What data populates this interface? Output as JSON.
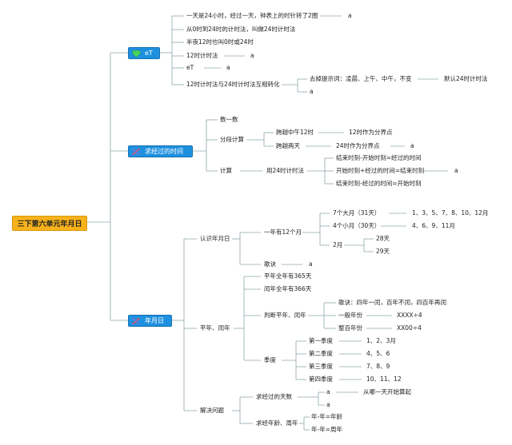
{
  "root": "三下第六单元年月日",
  "branches": {
    "b1": {
      "title": "eT",
      "items": {
        "i1": "一天是24小时，经过一天，钟表上的时针转了2圈",
        "i1a": "a",
        "i2": "从0时到24时的计时法，叫做24时计时法",
        "i3": "半夜12时也叫0时或24时",
        "i4": "12时计时法",
        "i4a": "a",
        "i5": "eT",
        "i5a": "a",
        "i6": "12时计时法与24时计时法互相转化",
        "i6c": "去掉提示词：凌晨、上午、中午，不变",
        "i6cc": "默认24时计时法",
        "i6a": "a"
      }
    },
    "b2": {
      "title": "求经过的时间",
      "items": {
        "s1": "数一数",
        "s2": "分段计算",
        "s2a": "跨越中午12时",
        "s2aa": "12时作为分界点",
        "s2b": "跨越两天",
        "s2bb": "24时作为分界点",
        "s2bba": "a",
        "s3": "计算",
        "s3a": "用24时计时法",
        "f1": "结束时刻-开始时刻=经过的时间",
        "f2": "开始时刻+经过的时间=结束时刻",
        "f2a": "a",
        "f3": "结束时刻-经过的时间=开始时刻"
      }
    },
    "b3": {
      "title": "年月日",
      "items": {
        "m": "认识年月日",
        "m1": "一年有12个月",
        "m1a": "7个大月（31天）",
        "m1aa": "1、3、5、7、8、10、12月",
        "m1b": "4个小月（30天）",
        "m1bb": "4、6、9、11月",
        "m1c": "2月",
        "m1c1": "28天",
        "m1c2": "29天",
        "m2": "歌诀",
        "m2a": "a",
        "p": "平年、闰年",
        "p1": "平年全年有365天",
        "p2": "闰年全年有366天",
        "p3": "判断平年、闰年",
        "p3a": "歌诀：四年一闰，百年不闰，四百年再闰",
        "p3b": "一般年份",
        "p3bb": "XXXX÷4",
        "p3c": "整百年份",
        "p3cc": "XX00÷4",
        "p4": "季度",
        "q1": "第一季度",
        "q1v": "1、2、3月",
        "q2": "第二季度",
        "q2v": "4、5、6",
        "q3": "第三季度",
        "q3v": "7、8、9",
        "q4": "第四季度",
        "q4v": "10、11、12",
        "s": "解决问题",
        "s1": "求经过的天数",
        "s1a": "a",
        "s1aa": "从哪一天开始算起",
        "s1b": "a",
        "s2": "求经年龄、周年",
        "s2a": "年-年=年龄",
        "s2b": "年-年=周年"
      }
    }
  },
  "colors": {
    "line": "#8fa6ad",
    "root_bg": "#f7b21b",
    "topic_bg": "#1e90df",
    "topic1_icon": "#4cd964",
    "topic_icon_tool": "#e0506b"
  },
  "icons": {
    "t1": "gem-icon",
    "t2": "tools-icon",
    "t3": "tools-icon"
  }
}
